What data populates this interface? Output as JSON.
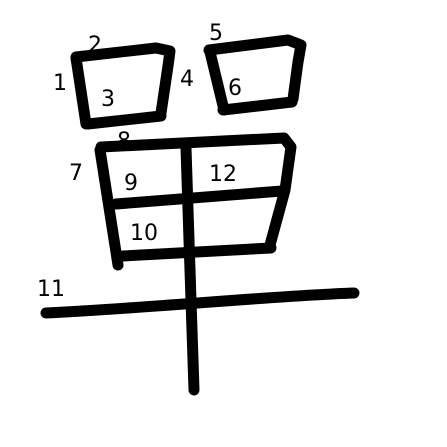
{
  "figure": {
    "background_color": "#ffffff",
    "stroke_color": "#000000",
    "label_color": "#000000",
    "strokes": [
      {
        "id": "stroke-1",
        "label": "1"
      },
      {
        "id": "stroke-2",
        "label": "2"
      },
      {
        "id": "stroke-3",
        "label": "3"
      },
      {
        "id": "stroke-4",
        "label": "4"
      },
      {
        "id": "stroke-5",
        "label": "5"
      },
      {
        "id": "stroke-6",
        "label": "6"
      },
      {
        "id": "stroke-7",
        "label": "7"
      },
      {
        "id": "stroke-8",
        "label": "8"
      },
      {
        "id": "stroke-9",
        "label": "9"
      },
      {
        "id": "stroke-10",
        "label": "10"
      },
      {
        "id": "stroke-11",
        "label": "11"
      },
      {
        "id": "stroke-12",
        "label": "12"
      }
    ]
  }
}
